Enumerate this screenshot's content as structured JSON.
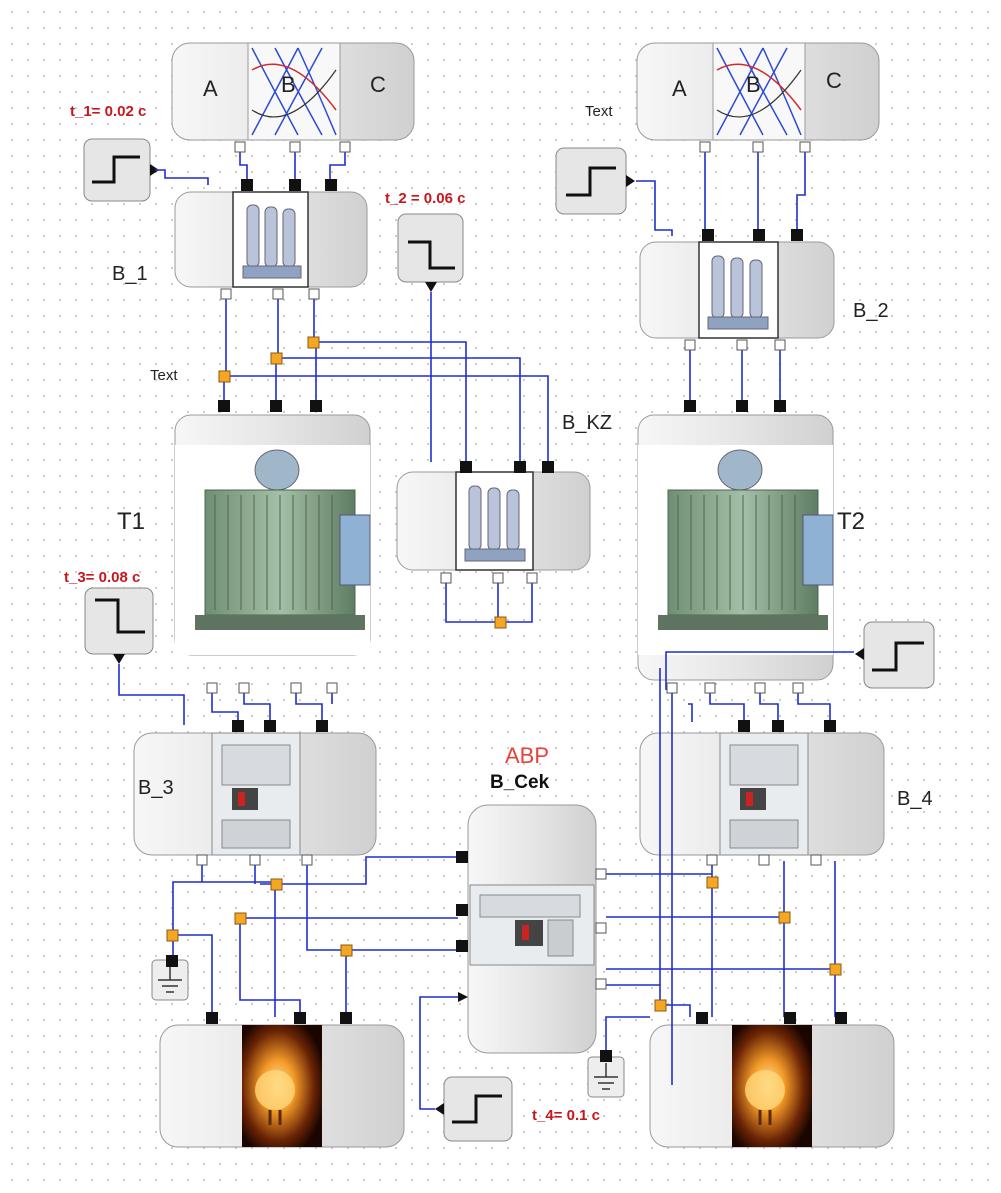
{
  "diagram": {
    "sources": [
      {
        "phase_a": "A",
        "phase_b": "B",
        "phase_c": "C"
      },
      {
        "phase_a": "A",
        "phase_b": "B",
        "phase_c": "C"
      }
    ],
    "params": {
      "t1": "t_1= 0.02 c",
      "t2": "t_2 = 0.06 c",
      "t3": "t_3= 0.08 c",
      "t4": "t_4= 0.1 c"
    },
    "text_labels": {
      "text1": "Text",
      "text2": "Text"
    },
    "breakers": {
      "b1": "B_1",
      "b2": "B_2",
      "bkz": "B_KZ",
      "b3": "B_3",
      "b4": "B_4"
    },
    "transformers": {
      "t1": "T1",
      "t2": "T2"
    },
    "ats": {
      "title": "ABP",
      "name": "B_Cek"
    },
    "colors": {
      "wire": "#1f2fd0",
      "node": "#f5a623",
      "param_text": "#c8161d",
      "ats_title": "#e8423a",
      "block_fill": "#e2e2e2"
    }
  }
}
